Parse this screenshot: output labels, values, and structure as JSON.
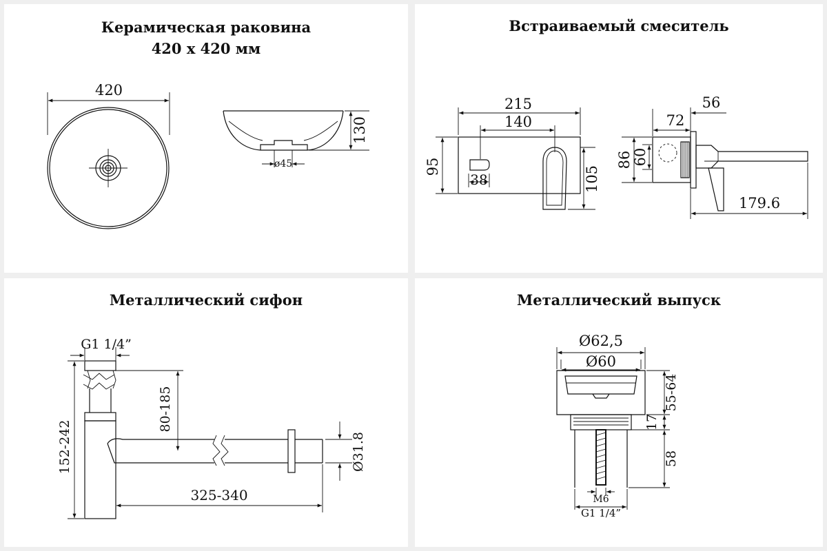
{
  "panels": {
    "sink": {
      "title_line1": "Керамическая раковина",
      "title_line2": "420 x 420 мм",
      "dims": {
        "width": "420",
        "height": "130",
        "drain": "ø45"
      }
    },
    "mixer": {
      "title": "Встраиваемый смеситель",
      "dims": {
        "width": "215",
        "spout_span": "140",
        "height": "95",
        "lever": "38",
        "spout_height": "105",
        "side_depth": "56",
        "side_body": "72",
        "side_h1": "86",
        "side_h2": "60",
        "reach": "179.6"
      }
    },
    "siphon": {
      "title": "Металлический сифон",
      "dims": {
        "thread": "G1 1/4”",
        "height_range": "80-185",
        "total_range": "152-242",
        "length_range": "325-340",
        "pipe_dia": "Ø31.8"
      }
    },
    "drain": {
      "title": "Металлический выпуск",
      "dims": {
        "outer_dia": "Ø62,5",
        "inner_dia": "Ø60",
        "height_range": "55-64",
        "flange": "17",
        "body": "58",
        "bolt": "M6",
        "thread": "G1 1/4”"
      }
    }
  }
}
